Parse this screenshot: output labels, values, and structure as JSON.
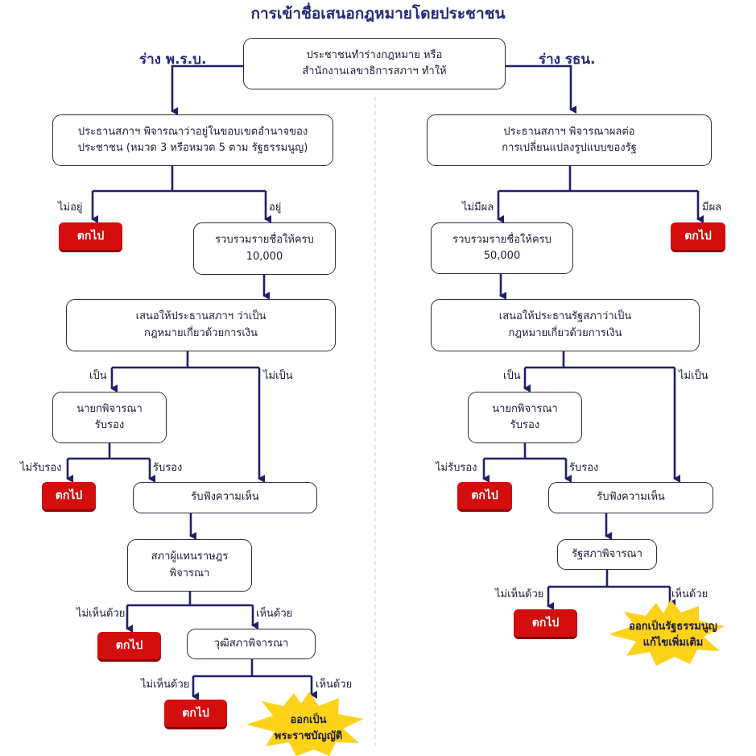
{
  "title": "การเข้าชื่อเสนอกฎหมายโดยประชาชน",
  "top_box": "ประชาชนทำร่างกฎหมาย หรือ\nสำนักงานเลขาธิการสภาฯ ทำให้",
  "colors": {
    "line": "#1f1f6e",
    "reject": "#d40d0d",
    "star": "#ffd21a",
    "title": "#232a7a"
  },
  "left": {
    "heading": "ร่าง พ.ร.บ.",
    "check_box": "ประธานสภาฯ พิจารณาว่าอยู่ในขอบเขตอำนาจของ\nประชาชน (หมวด 3 หรือหมวด 5 ตาม รัฐธรรมนูญ)",
    "not_in_label": "ไม่อยู่",
    "in_label": "อยู่",
    "reject1": "ตกไป",
    "collect_box": "รวบรวมรายชื่อให้ครบ\n10,000",
    "money_box": "เสนอให้ประธานสภาฯ ว่าเป็น\nกฎหมายเกี่ยวด้วยการเงิน",
    "is_label": "เป็น",
    "not_label": "ไม่เป็น",
    "pm_box": "นายกพิจารณา\nรับรอง",
    "not_certify_label": "ไม่รับรอง",
    "certify_label": "รับรอง",
    "reject2": "ตกไป",
    "hearing_box": "รับฟังความเห็น",
    "house_box": "สภาผู้แทนราษฎร\nพิจารณา",
    "disagree1": "ไม่เห็นด้วย",
    "agree1": "เห็นด้วย",
    "reject3": "ตกไป",
    "senate_box": "วุฒิสภาพิจารณา",
    "disagree2": "ไม่เห็นด้วย",
    "agree2": "เห็นด้วย",
    "reject4": "ตกไป",
    "result": "ออกเป็น\nพระราชบัญญัติ"
  },
  "right": {
    "heading": "ร่าง รธน.",
    "check_box": "ประธานสภาฯ พิจารณาผลต่อ\nการเปลี่ยนแปลงรูปแบบของรัฐ",
    "no_effect_label": "ไม่มีผล",
    "effect_label": "มีผล",
    "reject1": "ตกไป",
    "collect_box": "รวบรวมรายชื่อให้ครบ\n50,000",
    "money_box": "เสนอให้ประธานรัฐสภาว่าเป็น\nกฎหมายเกี่ยวด้วยการเงิน",
    "is_label": "เป็น",
    "not_label": "ไม่เป็น",
    "pm_box": "นายกพิจารณา\nรับรอง",
    "not_certify_label": "ไม่รับรอง",
    "certify_label": "รับรอง",
    "reject2": "ตกไป",
    "hearing_box": "รับฟังความเห็น",
    "parliament_box": "รัฐสภาพิจารณา",
    "disagree": "ไม่เห็นด้วย",
    "agree": "เห็นด้วย",
    "reject3": "ตกไป",
    "result": "ออกเป็นรัฐธรรมนูญ\nแก้ไขเพิ่มเติม"
  }
}
